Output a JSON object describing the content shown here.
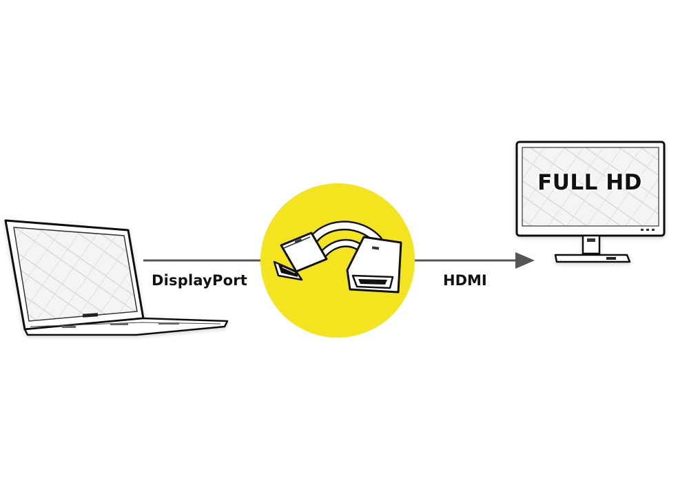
{
  "diagram": {
    "source_device": "laptop-icon",
    "adapter": "displayport-to-hdmi-adapter-icon",
    "target_device": "monitor-icon",
    "accent_color": "#f3e41f",
    "line_color": "#555555",
    "labels": {
      "left_connection": "DisplayPort",
      "right_connection": "HDMI",
      "monitor_text": "FULL HD"
    }
  }
}
